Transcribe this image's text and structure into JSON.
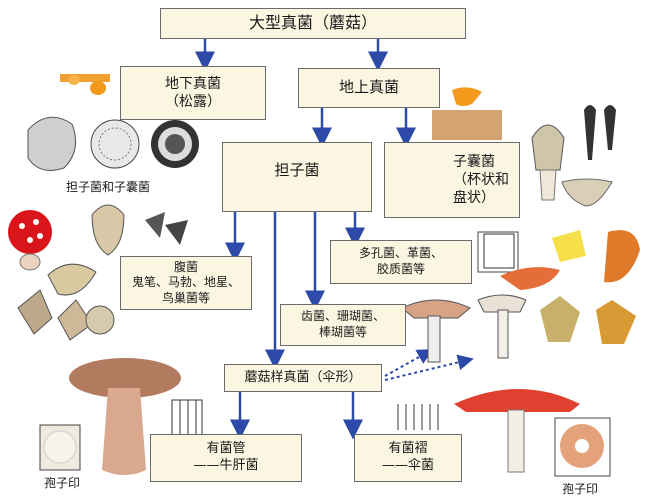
{
  "boxes": {
    "root": "大型真菌（蘑菇）",
    "underground": "地下真菌\n（松露）",
    "aboveground": "地上真菌",
    "basidio": "担子菌",
    "asco": "子囊菌\n（杯状和\n盘状）",
    "gastero": "腹菌\n鬼笔、马勃、地星、\n鸟巢菌等",
    "polypore": "多孔菌、革菌、\n胶质菌等",
    "tooth": "齿菌、珊瑚菌、\n棒瑚菌等",
    "agaric": "蘑菇样真菌（伞形）",
    "tubes": "有菌管\n——牛肝菌",
    "gills": "有菌褶\n——伞菌"
  },
  "labels": {
    "basidio_asco": "担子菌和子囊菌",
    "spore_print_left": "孢子印",
    "spore_print_right": "孢子印"
  },
  "colors": {
    "box_fill": "#fbf6e1",
    "box_border": "#6b6b6b",
    "arrow": "#2e4aa8"
  }
}
